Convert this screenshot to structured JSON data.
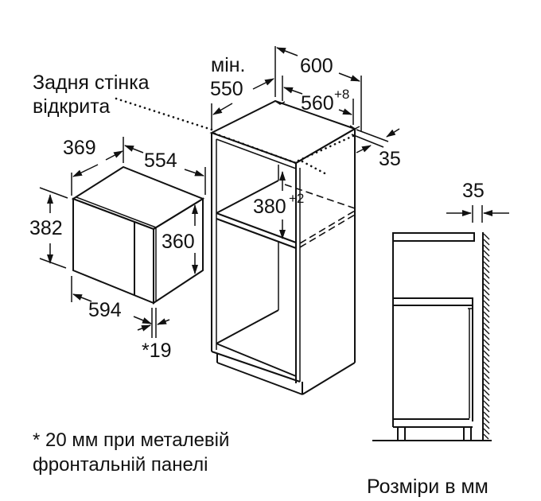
{
  "diagram": {
    "type": "built-in microwave installation dimensions",
    "colors": {
      "line": "#111111",
      "background": "#ffffff"
    },
    "annotations": {
      "rear_wall_line1": "Задня стінка",
      "rear_wall_line2": "відкрита"
    },
    "appliance": {
      "depth": "369",
      "body_width": "554",
      "front_height": "382",
      "body_height": "360",
      "front_width": "594",
      "front_thickness": "*19"
    },
    "niche": {
      "min_label": "мін.",
      "min_depth": "550",
      "cabinet_width": "600",
      "niche_width": "560",
      "niche_width_tol": "+8",
      "niche_height": "380",
      "niche_height_tol": "+2",
      "side_clearance": "35"
    },
    "section": {
      "wall_gap": "35"
    },
    "footnote": {
      "line1": "* 20 мм при металевій",
      "line2": "фронтальній панелі"
    },
    "units_caption": "Розміри в мм"
  }
}
